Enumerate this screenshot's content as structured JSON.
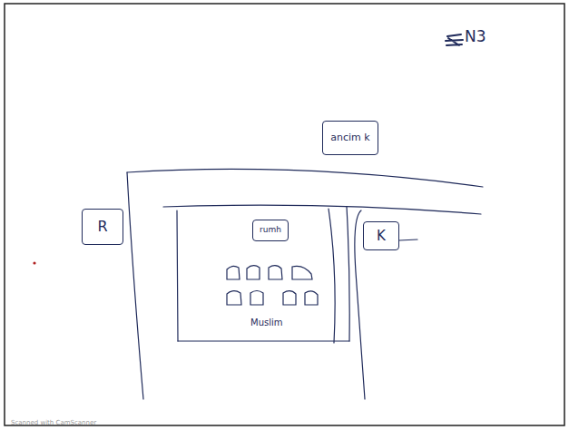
{
  "diagram": {
    "nodes": [
      {
        "text": [
          "ancim k"
        ]
      },
      {
        "text": [
          "R"
        ]
      },
      {
        "text": [
          "rumh"
        ]
      },
      {
        "text": [
          "K"
        ]
      }
    ],
    "labels": [
      "N3",
      "Muslim",
      "Scanned with CamScanner"
    ]
  }
}
